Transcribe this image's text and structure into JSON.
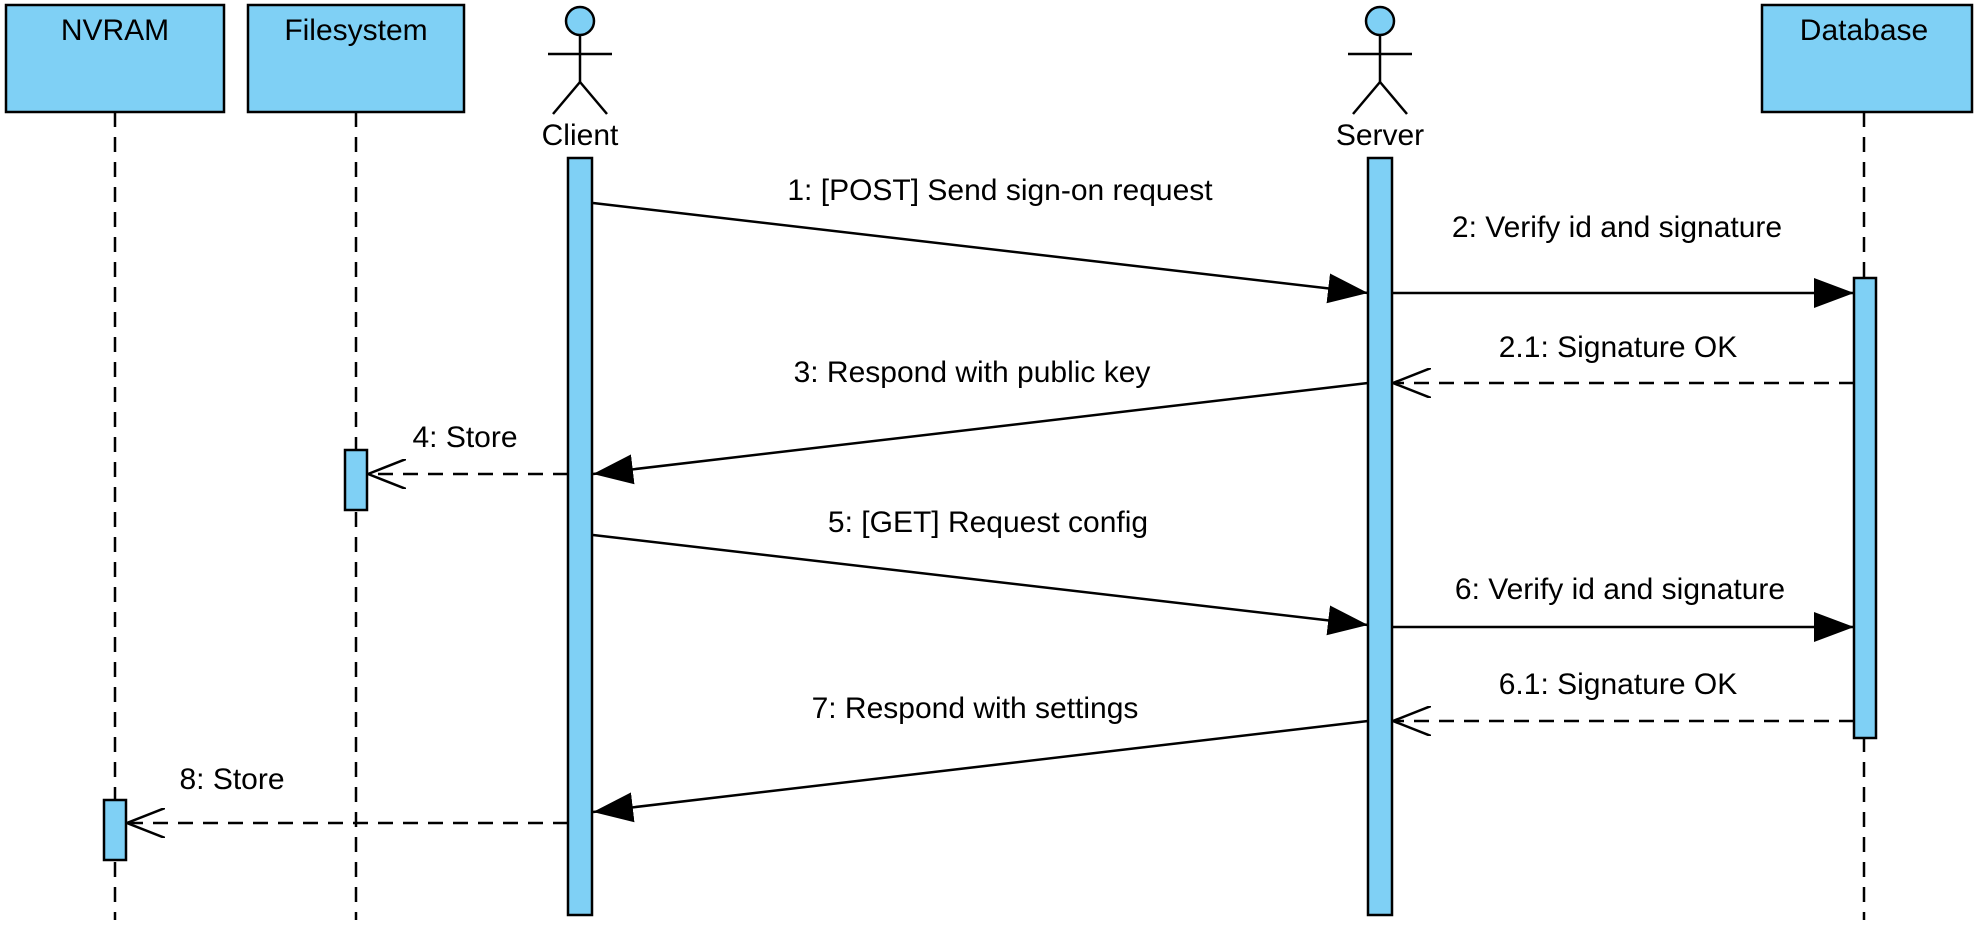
{
  "participants": {
    "nvram": "NVRAM",
    "filesystem": "Filesystem",
    "client": "Client",
    "server": "Server",
    "database": "Database"
  },
  "messages": [
    "1: [POST] Send sign-on request",
    "2: Verify id and signature",
    "2.1: Signature OK",
    "3: Respond with public key",
    "4: Store",
    "5: [GET] Request config",
    "6: Verify id and signature",
    "6.1: Signature OK",
    "7: Respond with settings",
    "8: Store"
  ],
  "colors": {
    "participant_fill": "#7fd0f5",
    "stroke": "#000000",
    "background": "#ffffff"
  }
}
